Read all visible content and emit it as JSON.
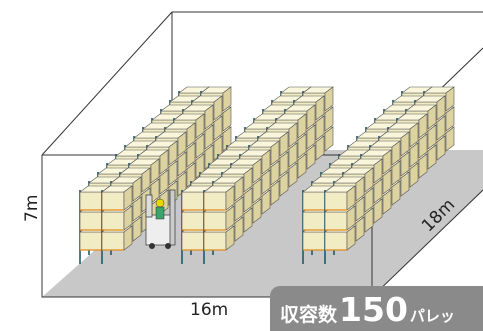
{
  "dimensions": {
    "width": "16m",
    "height": "7m",
    "depth": "18m"
  },
  "capacity": {
    "prefix": "収容数",
    "value": "150",
    "unit": "パレッ"
  },
  "colors": {
    "floor": "#c8c8c8",
    "box": "#f2ecc4",
    "rack_post": "#1f5a6a",
    "rack_beam": "#e08a1e",
    "badge": "#8a8a8a",
    "worker_helmet": "#e6d800",
    "worker_body": "#3da36a"
  }
}
